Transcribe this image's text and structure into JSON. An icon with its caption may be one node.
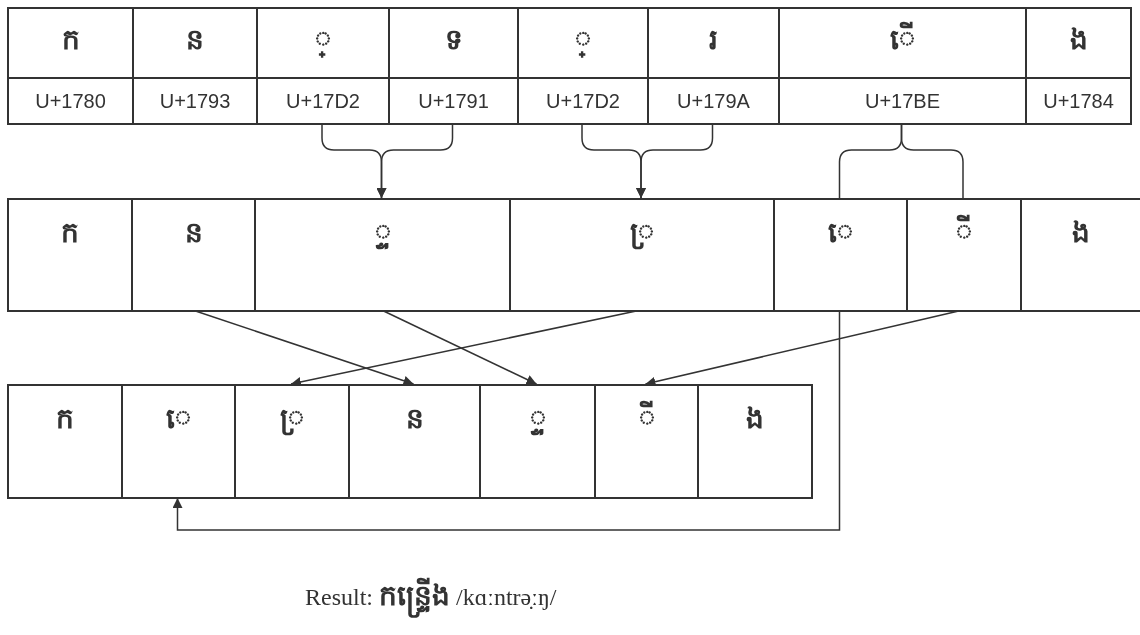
{
  "diagram": {
    "caption": "Result: **កន្ទ្រើង** /kɑːntrə̣ːŋ/",
    "nodes": [
      {
        "text": [
          "ក",
          "U+1780"
        ]
      },
      {
        "text": [
          "ន",
          "U+1793"
        ]
      },
      {
        "text": [
          "◌្",
          "U+17D2"
        ]
      },
      {
        "text": [
          "ទ",
          "U+1791"
        ]
      },
      {
        "text": [
          "◌្",
          "U+17D2"
        ]
      },
      {
        "text": [
          "រ",
          "U+179A"
        ]
      },
      {
        "text": [
          "◌ើ",
          "U+17BE"
        ]
      },
      {
        "text": [
          "ង",
          "U+1784"
        ]
      },
      {
        "text": [
          "ក"
        ]
      },
      {
        "text": [
          "ន"
        ]
      },
      {
        "text": [
          "◌្ទ"
        ]
      },
      {
        "text": [
          "◌្រ"
        ]
      },
      {
        "text": [
          "◌េ"
        ]
      },
      {
        "text": [
          "◌ី"
        ]
      },
      {
        "text": [
          "ង"
        ]
      },
      {
        "text": [
          "ក"
        ]
      },
      {
        "text": [
          "◌េ"
        ]
      },
      {
        "text": [
          "◌្រ"
        ]
      },
      {
        "text": [
          "ន"
        ]
      },
      {
        "text": [
          "◌្ទ"
        ]
      },
      {
        "text": [
          "◌ី"
        ]
      },
      {
        "text": [
          "ង"
        ]
      }
    ],
    "edges": [
      {
        "from": 2,
        "to": 10,
        "arrow": "to"
      },
      {
        "from": 3,
        "to": 10,
        "arrow": "to"
      },
      {
        "from": 4,
        "to": 11,
        "arrow": "to"
      },
      {
        "from": 5,
        "to": 11,
        "arrow": "to"
      },
      {
        "from": 6,
        "to": 12,
        "arrow": "none"
      },
      {
        "from": 6,
        "to": 13,
        "arrow": "none"
      },
      {
        "from": 9,
        "to": 18,
        "arrow": "to"
      },
      {
        "from": 10,
        "to": 19,
        "arrow": "to"
      },
      {
        "from": 11,
        "to": 17,
        "arrow": "to"
      },
      {
        "from": 13,
        "to": 20,
        "arrow": "to"
      },
      {
        "from": 12,
        "to": 16,
        "arrow": "to"
      }
    ]
  }
}
